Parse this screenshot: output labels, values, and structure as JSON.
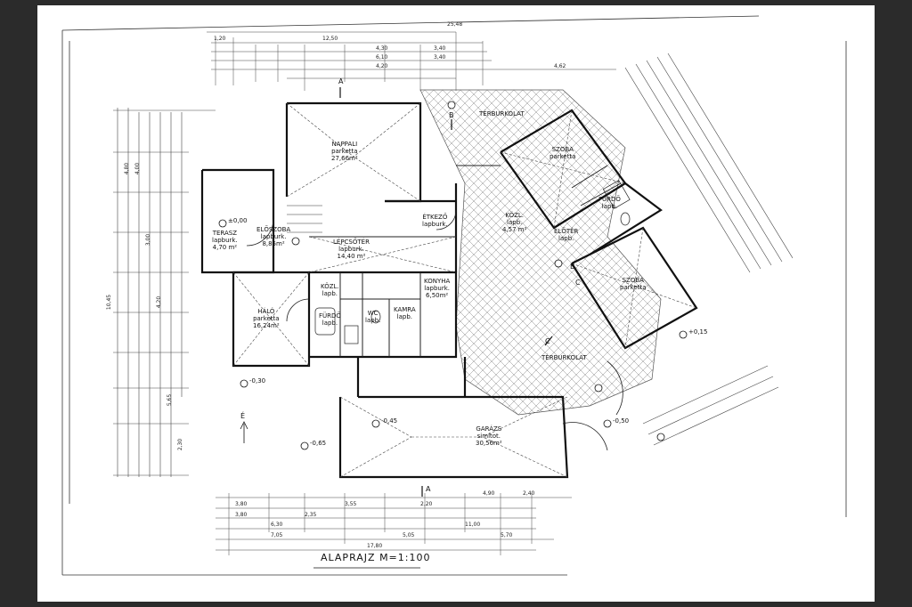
{
  "title": "ALAPRAJZ  M=1:100",
  "overall_dimension_top": "25,48",
  "overall_dimension_bottom": "17,80",
  "rooms": {
    "nappali": {
      "name": "NAPPALI",
      "floor": "parketta",
      "area": "27,66m²"
    },
    "terasz": {
      "name": "TERASZ",
      "floor": "lapburk.",
      "area": "4,70 m²"
    },
    "eloter_big": {
      "name": "ELŐSZOBA",
      "floor": "lapburk.",
      "area": "8,85m²"
    },
    "lepcsoter": {
      "name": "LÉPCSŐTÉR",
      "floor": "lapburk.",
      "area": "14,40 m²"
    },
    "etkezo": {
      "name": "ÉTKEZŐ",
      "floor": "lapburk."
    },
    "halo_left": {
      "name": "HÁLÓ",
      "floor": "parketta",
      "area": "16,24m²"
    },
    "kozlek": {
      "name": "KÖZL.",
      "floor": "lapb."
    },
    "furdo": {
      "name": "FÜRDŐ",
      "floor": "lapb."
    },
    "wc": {
      "name": "WC",
      "floor": "lapb."
    },
    "konyha": {
      "name": "KONYHA",
      "floor": "lapburk.",
      "area": "6,50m²"
    },
    "kamra": {
      "name": "KAMRA",
      "floor": "lapb."
    },
    "szoba_right": {
      "name": "SZOBA",
      "floor": "parketta"
    },
    "kozl_right": {
      "name": "KÖZL.",
      "floor": "lapb.",
      "area": "4,57 m²"
    },
    "furdo_right": {
      "name": "FÜRDŐ",
      "floor": "lapb."
    },
    "eloter_right": {
      "name": "ELŐTÉR",
      "floor": "lapb."
    },
    "szoba_lower": {
      "name": "SZOBA",
      "floor": "parketta"
    },
    "garazs": {
      "name": "GARÁZS",
      "floor": "simítot.",
      "area": "30,56m²"
    }
  },
  "terrace_labels": [
    "TÉRBURKOLAT",
    "TÉRBURKOLAT"
  ],
  "section_marks": [
    "A",
    "A",
    "B",
    "B",
    "C",
    "C"
  ],
  "levels": [
    "±0,00",
    "-0,30",
    "-0,45",
    "-0,65",
    "+0,15",
    "-0,50"
  ],
  "dims_top": [
    "1,20",
    "12,50",
    "4,30",
    "3,40",
    "6,10",
    "3,40",
    "4,20",
    "4,62"
  ],
  "dims_bottom": [
    "3,80",
    "3,55",
    "2,20",
    "3,80",
    "2,35",
    "6,30",
    "7,05",
    "5,05",
    "5,70",
    "11,00",
    "4,90",
    "2,40"
  ],
  "dims_left": [
    "10,45",
    "4,80",
    "4,00",
    "3,00",
    "4,20",
    "5,65",
    "2,30"
  ],
  "north_arrow": "É"
}
